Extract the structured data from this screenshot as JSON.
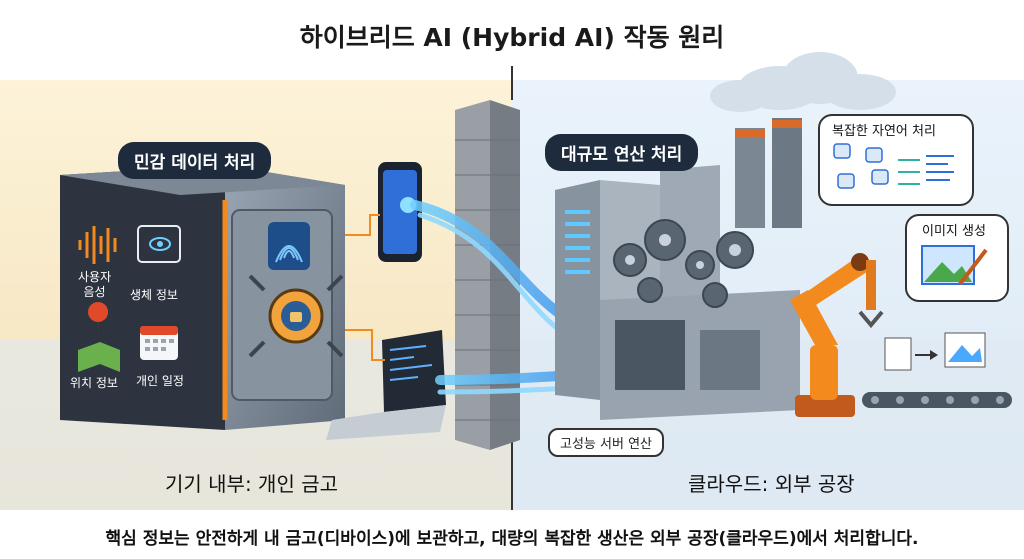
{
  "title": "하이브리드 AI (Hybrid AI) 작동 원리",
  "left": {
    "label": "민감 데이터 처리",
    "icons": [
      {
        "name": "waveform-icon",
        "caption": "사용자\n음성"
      },
      {
        "name": "face-scan-icon",
        "caption": "생체 정보"
      },
      {
        "name": "map-pin-icon",
        "caption": "위치 정보"
      },
      {
        "name": "calendar-icon",
        "caption": "개인 일정"
      }
    ],
    "caption": "기기 내부: 개인 금고"
  },
  "right": {
    "label": "대규모 연산 처리",
    "bubble_nlp": "복잡한 자연어 처리",
    "bubble_image": "이미지 생성",
    "server_label": "고성능 서버 연산",
    "caption": "클라우드: 외부 공장"
  },
  "footer": "핵심 정보는 안전하게 내 금고(디바이스)에 보관하고, 대량의 복잡한 생산은 외부 공장(클라우드)에서 처리합니다.",
  "colors": {
    "accent_orange": "#f28a1e",
    "stream_blue": "#4aa8ff",
    "safe_gray": "#6f7a88",
    "label_dark": "#1d2b3d"
  }
}
